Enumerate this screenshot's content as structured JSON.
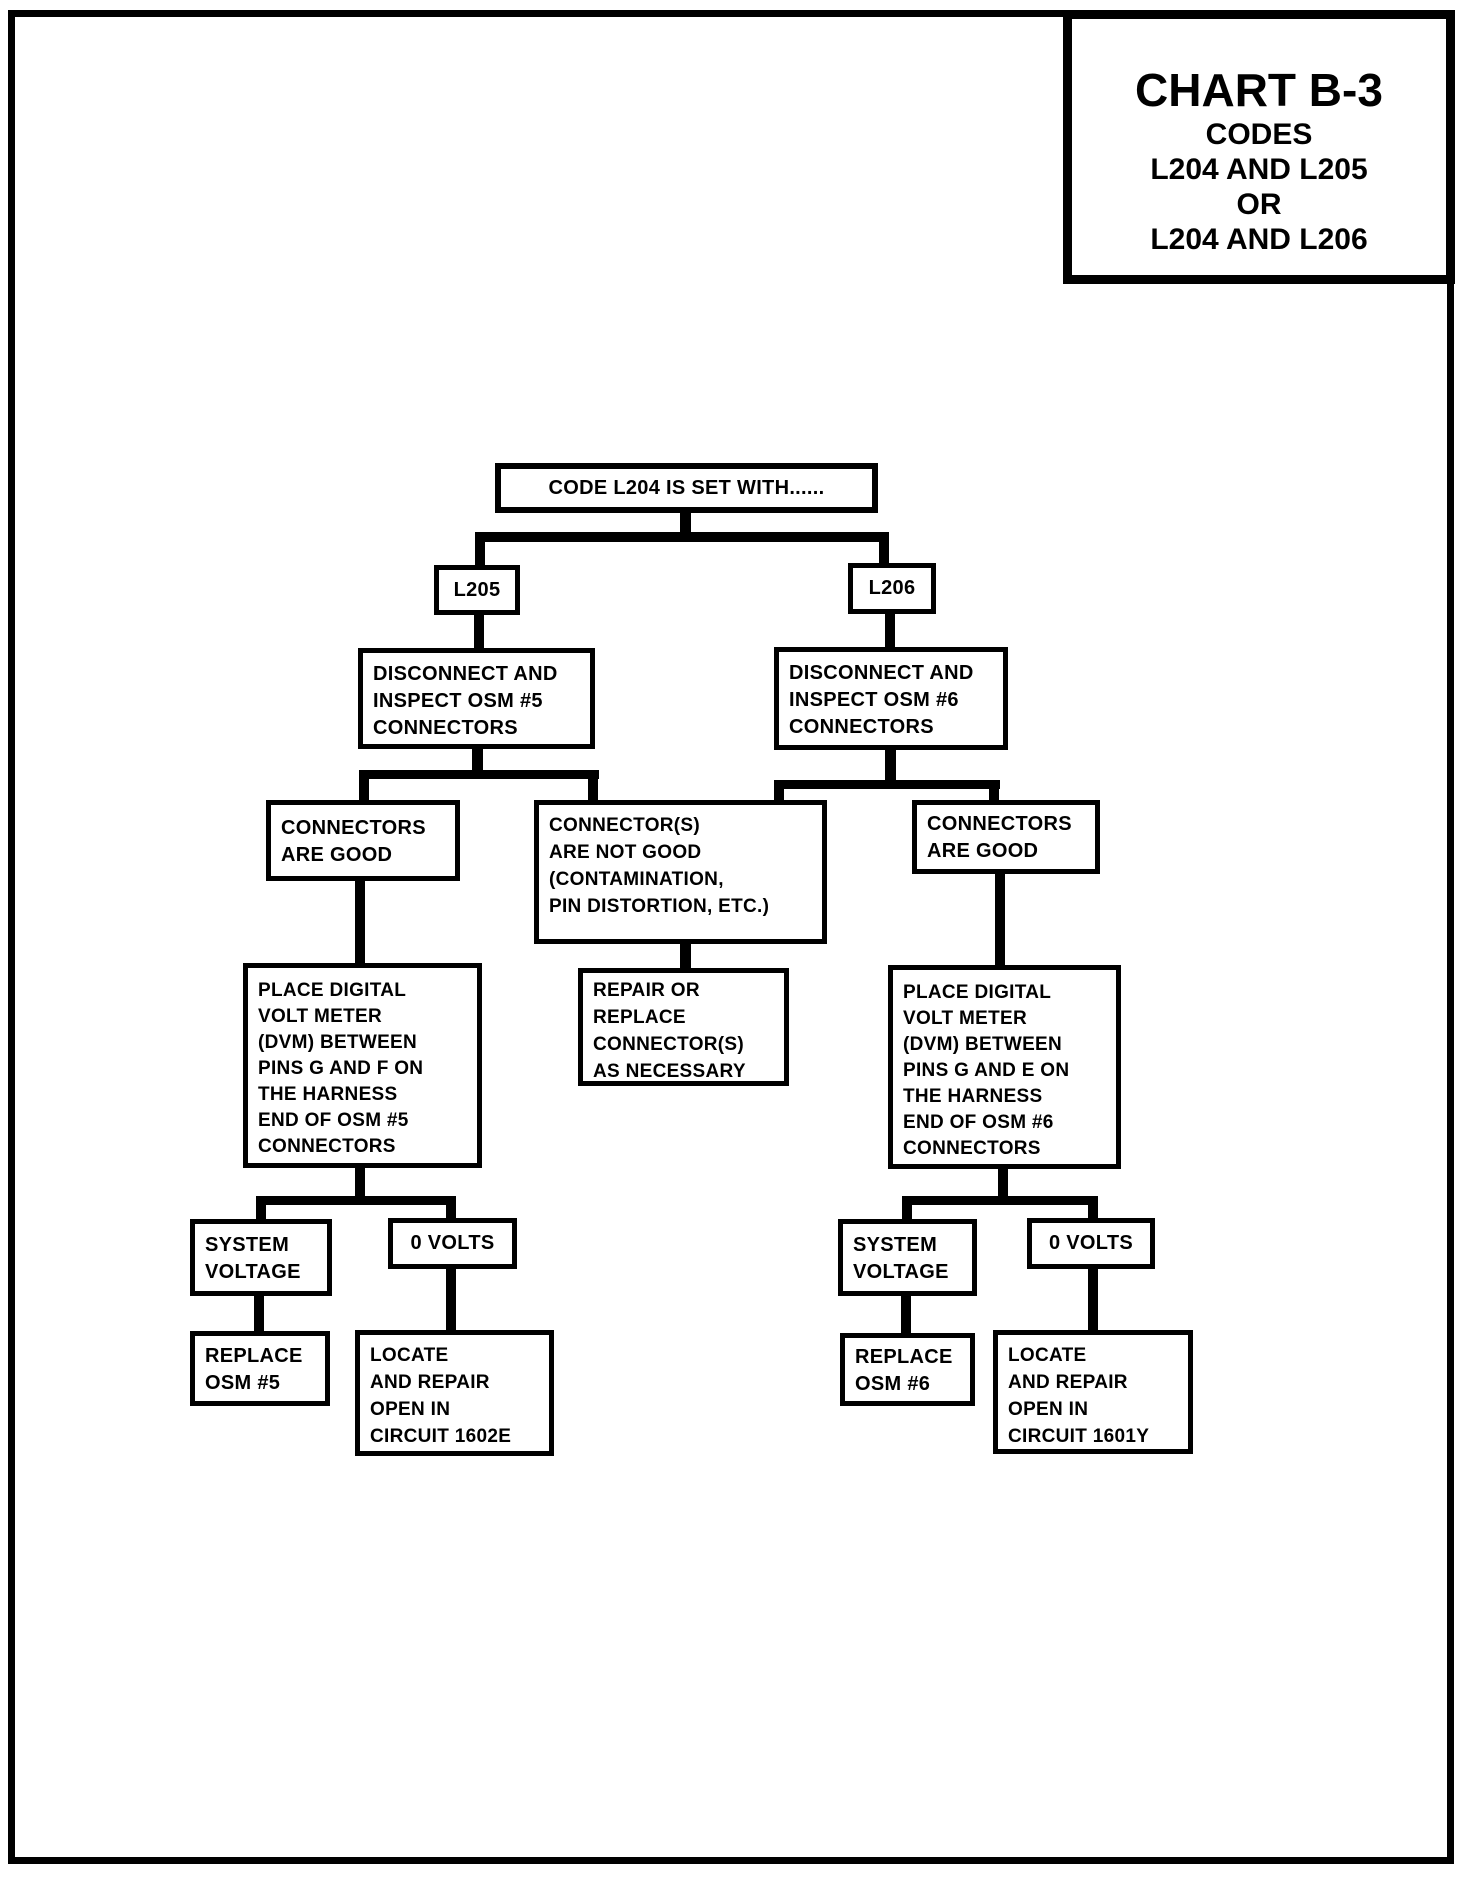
{
  "page": {
    "background_color": "#ffffff",
    "ink_color": "#000000"
  },
  "title_block": {
    "heading": "CHART B-3",
    "line1": "CODES",
    "line2": "L204 AND L205",
    "line3": "OR",
    "line4": "L204 AND L206"
  },
  "flowchart": {
    "root": "CODE L204 IS SET WITH......",
    "left_branch": {
      "code": "L205",
      "disconnect": "DISCONNECT AND\nINSPECT OSM #5\nCONNECTORS",
      "connectors_good": "CONNECTORS\nARE GOOD",
      "dvm": "PLACE DIGITAL\nVOLT METER\n(DVM) BETWEEN\nPINS G AND F ON\nTHE HARNESS\nEND OF OSM #5\nCONNECTORS",
      "system_voltage": "SYSTEM\nVOLTAGE",
      "zero_volts": "0 VOLTS",
      "replace": "REPLACE\nOSM #5",
      "locate": "LOCATE\nAND REPAIR\nOPEN IN\nCIRCUIT 1602E"
    },
    "middle_branch": {
      "not_good": "CONNECTOR(S)\nARE NOT GOOD\n(CONTAMINATION,\nPIN DISTORTION, ETC.)",
      "repair": "REPAIR OR\nREPLACE\nCONNECTOR(S)\nAS NECESSARY"
    },
    "right_branch": {
      "code": "L206",
      "disconnect": "DISCONNECT AND\nINSPECT OSM #6\nCONNECTORS",
      "connectors_good": "CONNECTORS\nARE GOOD",
      "dvm": "PLACE DIGITAL\nVOLT METER\n(DVM) BETWEEN\nPINS G AND E ON\nTHE HARNESS\nEND OF OSM #6\nCONNECTORS",
      "system_voltage": "SYSTEM\nVOLTAGE",
      "zero_volts": "0 VOLTS",
      "replace": "REPLACE\nOSM #6",
      "locate": "LOCATE\nAND REPAIR\nOPEN IN\nCIRCUIT 1601Y"
    }
  }
}
